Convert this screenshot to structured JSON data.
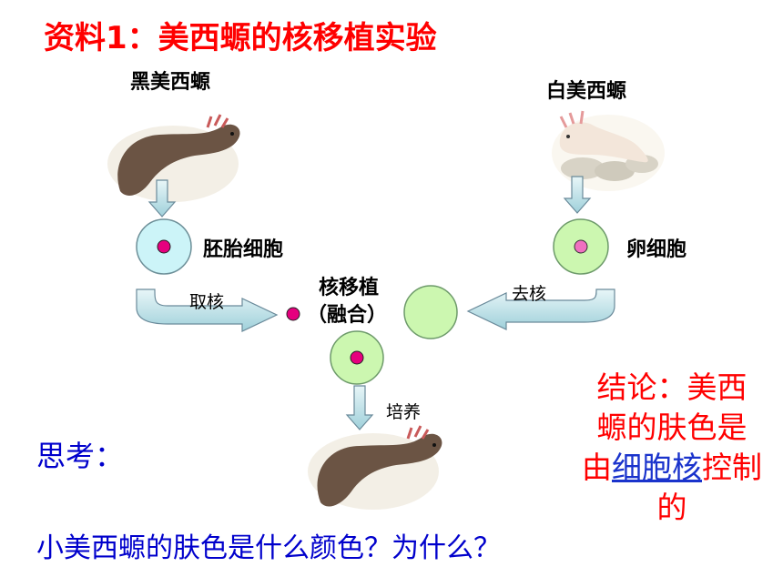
{
  "title": "资料1：美西螈的核移植实验",
  "labels": {
    "black_axolotl": "黑美西螈",
    "white_axolotl": "白美西螈",
    "embryo_cell": "胚胎细胞",
    "egg_cell": "卵细胞",
    "nuclear_transfer": "核移植",
    "fusion": "（融合）",
    "take_nucleus": "取核",
    "remove_nucleus": "去核",
    "culture": "培养"
  },
  "conclusion": {
    "line1": "结论：美西",
    "line2": "螈的肤色是",
    "prefix": "由",
    "highlight": "细胞核",
    "suffix": "控制",
    "line4": "的"
  },
  "think": "思考：",
  "question": "小美西螈的肤色是什么颜色？为什么？",
  "colors": {
    "title_red": "#ff0000",
    "question_blue": "#0000cc",
    "nucleus": "#e6007e",
    "embryo_cytoplasm": "#ccf4f8",
    "egg_cytoplasm": "#ccf7b0",
    "arrow_fill": "#bfe0e6"
  }
}
